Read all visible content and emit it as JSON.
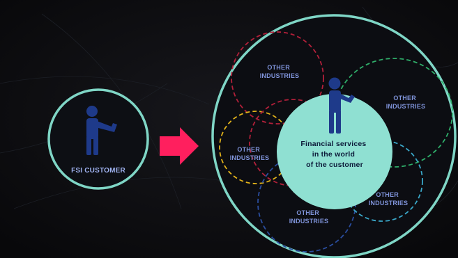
{
  "colors": {
    "background": "#0b0b0d",
    "ring": "#7fd6c6",
    "center_fill": "#8fe0d2",
    "arrow": "#ff1f5e",
    "person": "#1e3a8a",
    "dash_red": "#b3203a",
    "dash_green": "#2fae6a",
    "dash_yellow": "#e2b21a",
    "dash_blue": "#2a4d9e",
    "dash_cyan": "#3aa7c8"
  },
  "left": {
    "person_icon": "person-icon",
    "label": "FSI CUSTOMER"
  },
  "arrow_icon": "arrow-right-icon",
  "right": {
    "person_icon": "person-icon",
    "center_text": [
      "Financial services",
      "in the world",
      "of the customer"
    ],
    "industries": [
      {
        "lines": [
          "OTHER",
          "INDUSTRIES"
        ]
      },
      {
        "lines": [
          "OTHER",
          "INDUSTRIES"
        ]
      },
      {
        "lines": [
          "OTHER",
          "INDUSTRIES"
        ]
      },
      {
        "lines": [
          "OTHER",
          "INDUSTRIES"
        ]
      },
      {
        "lines": [
          "OTHER",
          "INDUSTRIES"
        ]
      }
    ]
  }
}
